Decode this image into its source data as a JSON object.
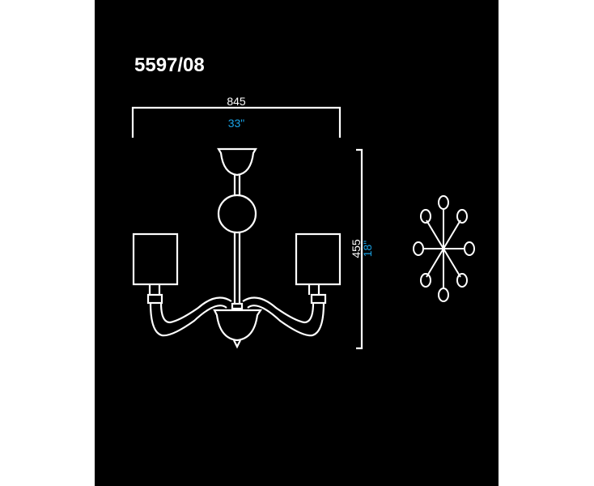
{
  "title": "5597/08",
  "dimensions": {
    "width_mm": "845",
    "width_in": "33\"",
    "height_mm": "455",
    "height_in": "18\""
  },
  "colors": {
    "background": "#000000",
    "lines": "#ffffff",
    "imperial": "#1aa3e6"
  }
}
